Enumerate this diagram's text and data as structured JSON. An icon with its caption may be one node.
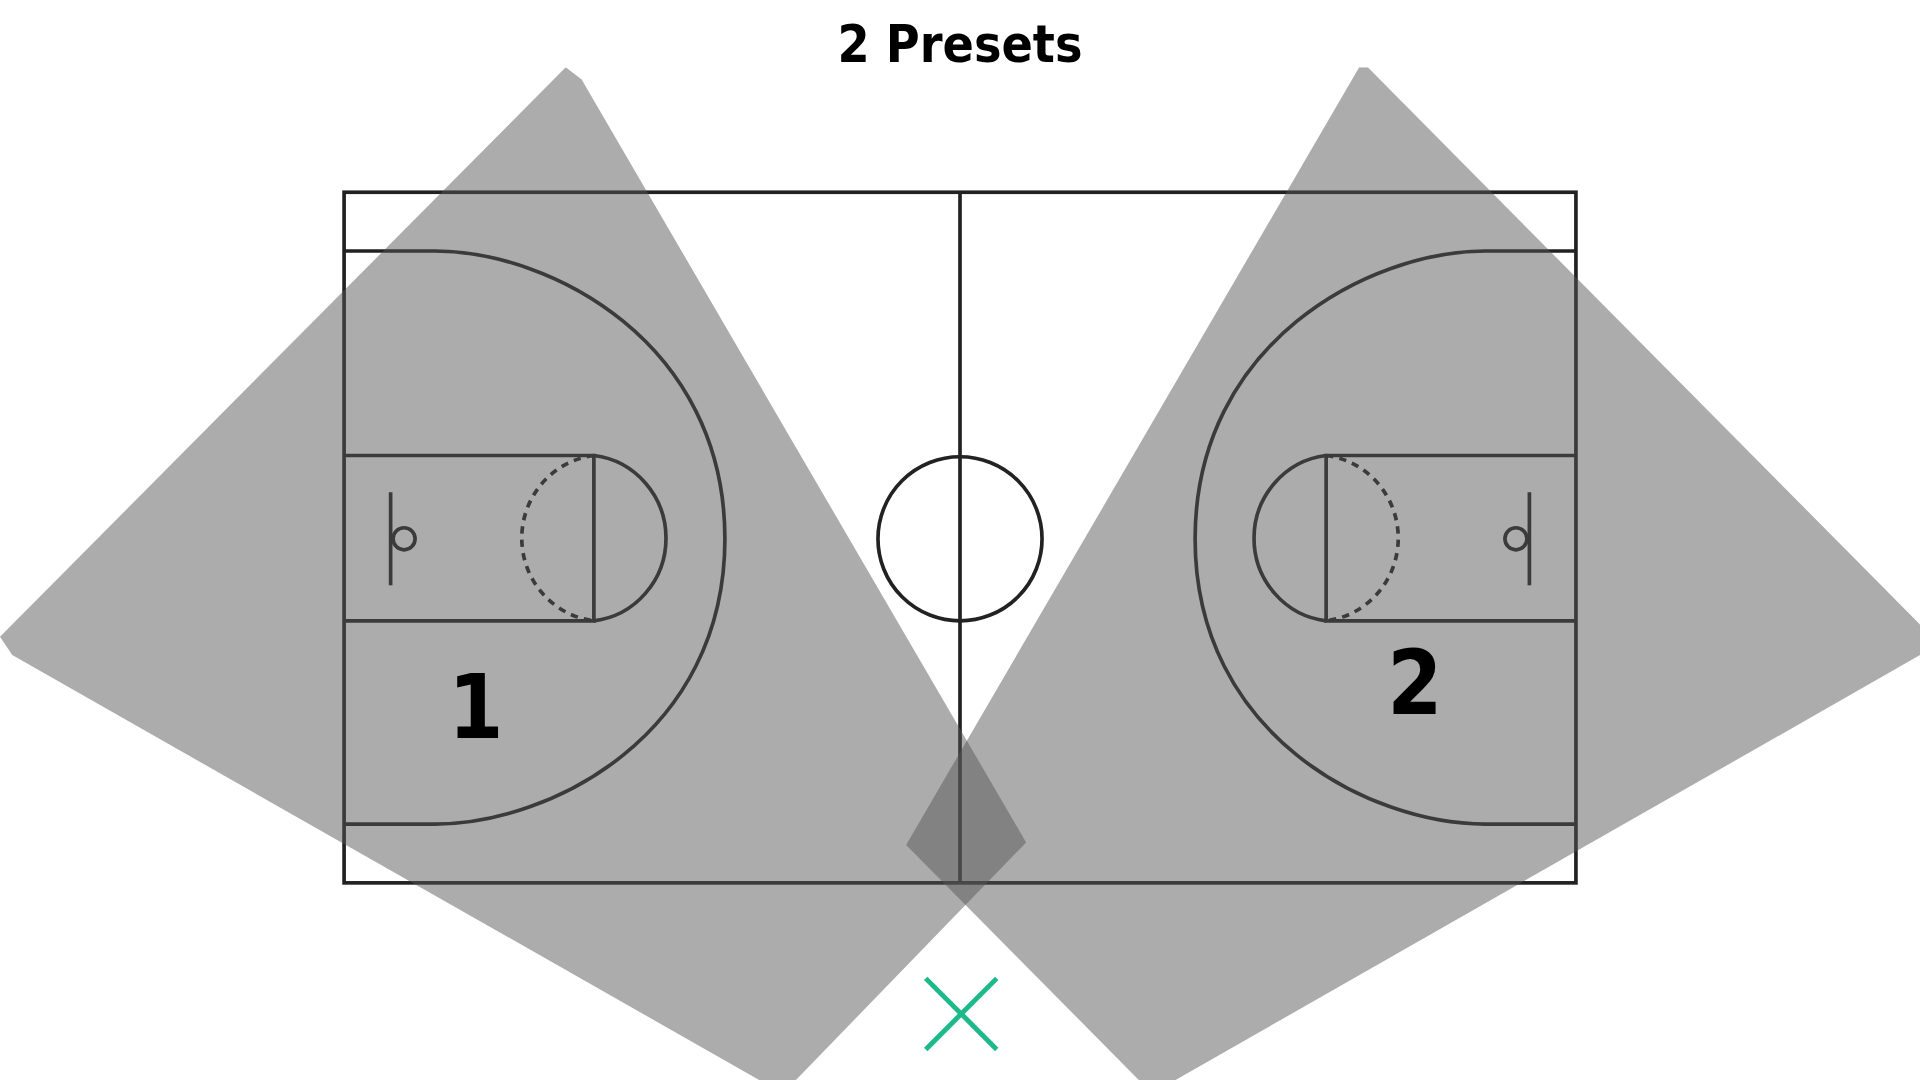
{
  "diagram": {
    "title": "2 Presets",
    "nodes": [
      {
        "text": [
          "1"
        ]
      },
      {
        "text": [
          "2"
        ]
      }
    ]
  }
}
